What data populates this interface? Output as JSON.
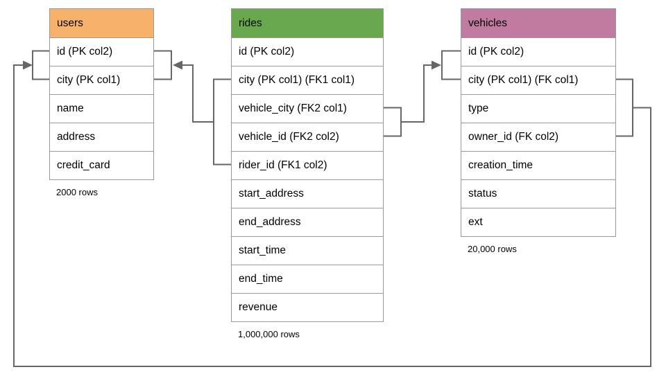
{
  "diagram": {
    "connector_color": "#666666",
    "border_color": "#999999",
    "background_color": "#ffffff"
  },
  "tables": [
    {
      "name": "users",
      "title": "users",
      "header_color": "#F6B26B",
      "rows": [
        "id (PK col2)",
        "city (PK col1)",
        "name",
        "address",
        "credit_card"
      ],
      "row_count_label": "2000 rows"
    },
    {
      "name": "rides",
      "title": "rides",
      "header_color": "#6AA84F",
      "rows": [
        "id (PK col2)",
        "city (PK col1) (FK1 col1)",
        "vehicle_city (FK2 col1)",
        "vehicle_id (FK2 col2)",
        "rider_id (FK1 col2)",
        "start_address",
        "end_address",
        "start_time",
        "end_time",
        "revenue"
      ],
      "row_count_label": "1,000,000 rows"
    },
    {
      "name": "vehicles",
      "title": "vehicles",
      "header_color": "#C27BA0",
      "rows": [
        "id (PK col2)",
        "city (PK col1) (FK col1)",
        "type",
        "owner_id (FK col2)",
        "creation_time",
        "status",
        "ext"
      ],
      "row_count_label": "20,000 rows"
    }
  ],
  "relationships": [
    {
      "from_table": "rides",
      "from_columns": [
        "city (FK1 col1)",
        "rider_id (FK1 col2)"
      ],
      "to_table": "users",
      "to_columns": [
        "id (PK col2)",
        "city (PK col1)"
      ]
    },
    {
      "from_table": "rides",
      "from_columns": [
        "vehicle_city (FK2 col1)",
        "vehicle_id (FK2 col2)"
      ],
      "to_table": "vehicles",
      "to_columns": [
        "id (PK col2)",
        "city (PK col1)"
      ]
    },
    {
      "from_table": "vehicles",
      "from_columns": [
        "city (FK col1)",
        "owner_id (FK col2)"
      ],
      "to_table": "users",
      "to_columns": [
        "id (PK col2)",
        "city (PK col1)"
      ]
    }
  ]
}
